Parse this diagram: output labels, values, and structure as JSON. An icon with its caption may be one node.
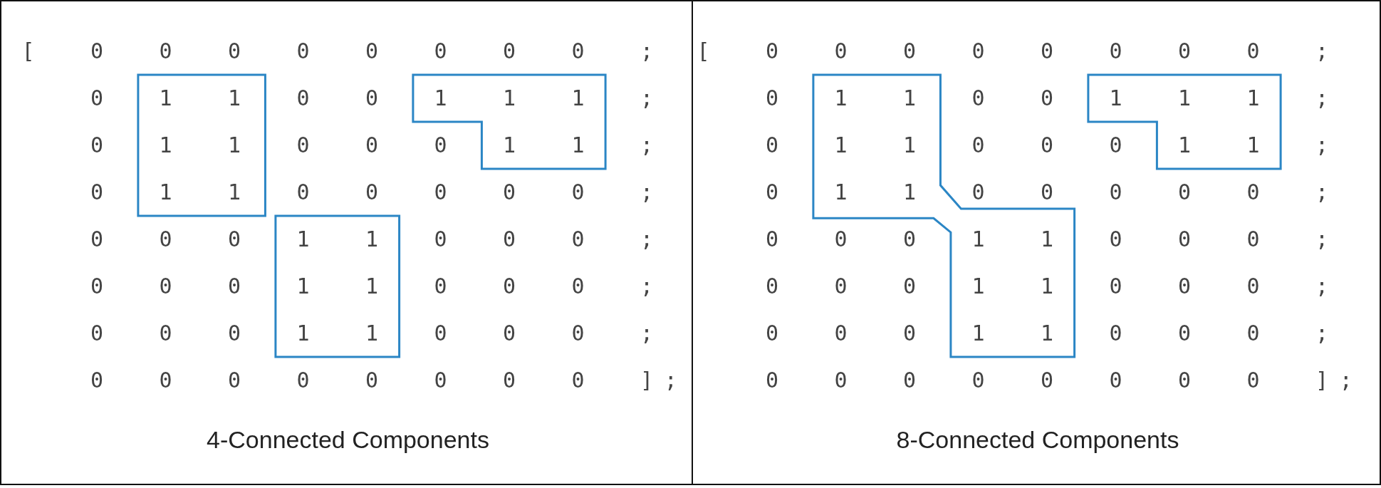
{
  "diagram": {
    "nodes": [
      {
        "text": [
          "4-Connected Components"
        ]
      },
      {
        "text": [
          "8-Connected Components"
        ]
      }
    ],
    "labels": [
      "[",
      "0",
      "0",
      "0",
      "0",
      "0",
      "0",
      "0",
      "0",
      ";",
      "0",
      "1",
      "1",
      "0",
      "0",
      "1",
      "1",
      "1",
      ";",
      "0",
      "1",
      "1",
      "0",
      "0",
      "0",
      "1",
      "1",
      ";",
      "0",
      "1",
      "1",
      "0",
      "0",
      "0",
      "0",
      "0",
      ";",
      "0",
      "0",
      "0",
      "1",
      "1",
      "0",
      "0",
      "0",
      ";",
      "0",
      "0",
      "0",
      "1",
      "1",
      "0",
      "0",
      "0",
      ";",
      "0",
      "0",
      "0",
      "1",
      "1",
      "0",
      "0",
      "0",
      ";",
      "0",
      "0",
      "0",
      "0",
      "0",
      "0",
      "0",
      "0",
      "]",
      ";",
      "[",
      "0",
      "0",
      "0",
      "0",
      "0",
      "0",
      "0",
      "0",
      ";",
      "0",
      "1",
      "1",
      "0",
      "0",
      "1",
      "1",
      "1",
      ";",
      "0",
      "1",
      "1",
      "0",
      "0",
      "0",
      "1",
      "1",
      ";",
      "0",
      "1",
      "1",
      "0",
      "0",
      "0",
      "0",
      "0",
      ";",
      "0",
      "0",
      "0",
      "1",
      "1",
      "0",
      "0",
      "0",
      ";",
      "0",
      "0",
      "0",
      "1",
      "1",
      "0",
      "0",
      "0",
      ";",
      "0",
      "0",
      "0",
      "1",
      "1",
      "0",
      "0",
      "0",
      ";",
      "0",
      "0",
      "0",
      "0",
      "0",
      "0",
      "0",
      "0",
      "]",
      ";"
    ]
  }
}
